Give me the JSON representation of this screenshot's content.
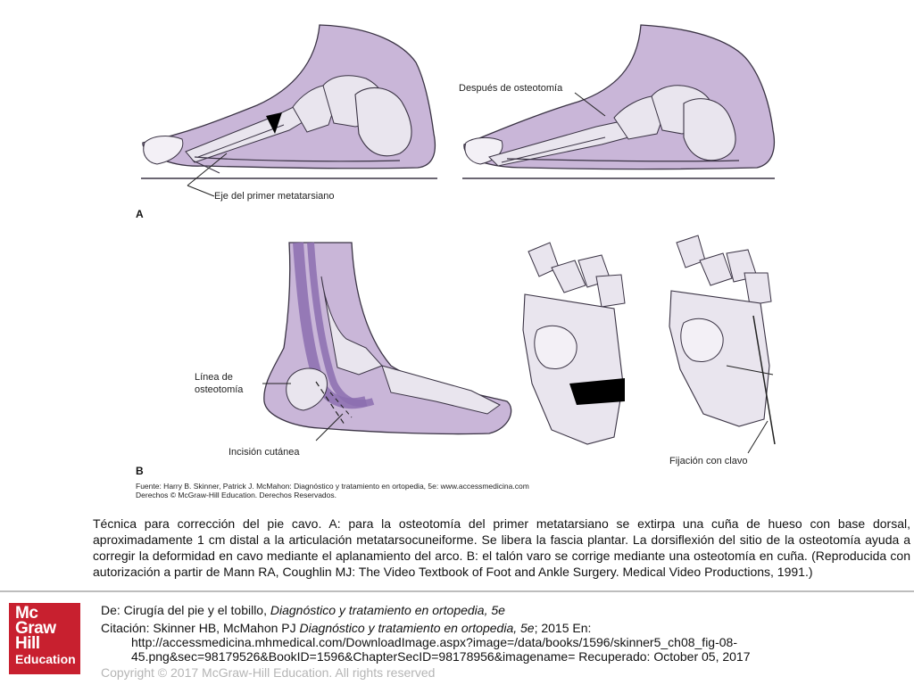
{
  "figure": {
    "labels": {
      "despues": "Después de osteotomía",
      "eje": "Eje del primer metatarsiano",
      "linea_1": "Línea de",
      "linea_2": "osteotomía",
      "incision": "Incisión cutánea",
      "fijacion": "Fijación con clavo"
    },
    "panels": {
      "a": "A",
      "b": "B"
    },
    "source_lines": [
      "Fuente: Harry B. Skinner, Patrick J. McMahon: Diagnóstico y tratamiento en ortopedia, 5e: www.accessmedicina.com",
      "Derechos © McGraw-Hill Education. Derechos Reservados."
    ],
    "colors": {
      "skin": "#c9b6d8",
      "skin_stroke": "#3a3344",
      "bone": "#e9e5ee",
      "tendon": "#8c6fb0",
      "wedge": "#000000"
    }
  },
  "caption": "Técnica para corrección del pie cavo. A: para la osteotomía del primer metatarsiano se extirpa una cuña de hueso con base dorsal, aproximadamente 1 cm distal a la articulación metatarsocuneiforme. Se libera la fascia plantar. La dorsiflexión del sitio de la osteotomía ayuda a corregir la deformidad en cavo mediante el aplanamiento del arco. B: el talón varo se corrige mediante una osteotomía en cuña. (Reproducida con autorización a partir de Mann RA, Coughlin MJ: The Video Textbook of Foot and Ankle Surgery. Medical Video Productions, 1991.)",
  "logo": {
    "line1": "Mc",
    "line2": "Graw",
    "line3": "Hill",
    "line4": "Education"
  },
  "footer": {
    "de_prefix": "De: Cirugía del pie y el tobillo, ",
    "de_book": "Diagnóstico y tratamiento en ortopedia, 5e",
    "cit_prefix": "Citación: Skinner HB, McMahon PJ  ",
    "cit_book": "Diagnóstico y tratamiento en ortopedia, 5e",
    "cit_suffix": "; 2015 En:",
    "url_line1": "http://accessmedicina.mhmedical.com/DownloadImage.aspx?image=/data/books/1596/skinner5_ch08_fig-08-",
    "url_line2": "45.png&sec=98179526&BookID=1596&ChapterSecID=98178956&imagename= Recuperado: October 05, 2017",
    "copyright": "Copyright © 2017 McGraw-Hill Education. All rights reserved"
  }
}
